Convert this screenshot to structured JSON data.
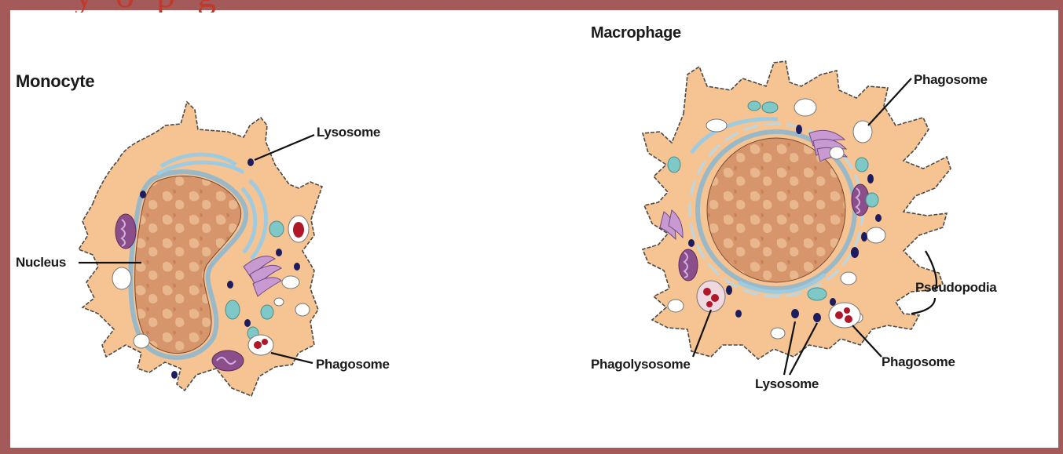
{
  "heading_fragment": "y    o      p  g",
  "monocyte": {
    "title": "Monocyte",
    "labels": {
      "lysosome": "Lysosome",
      "nucleus": "Nucleus",
      "phagosome": "Phagosome"
    }
  },
  "macrophage": {
    "title": "Macrophage",
    "labels": {
      "phagosome_top": "Phagosome",
      "pseudopodia": "Pseudopodia",
      "phagolysosome": "Phagolysosome",
      "lysosome": "Lysosome",
      "phagosome_bottom": "Phagosome"
    }
  },
  "colors": {
    "frame": "#a55a5a",
    "cytoplasm": "#f6c493",
    "nucleus": "#d6956a",
    "nucleus_pattern": "#e8b78e",
    "golgi": "#bfe3ef",
    "mitochondria": "#8a4f8a",
    "lysosome": "#1c1c5e",
    "vesicle_teal": "#7ec9c7",
    "phagosome_content": "#b0182a"
  }
}
